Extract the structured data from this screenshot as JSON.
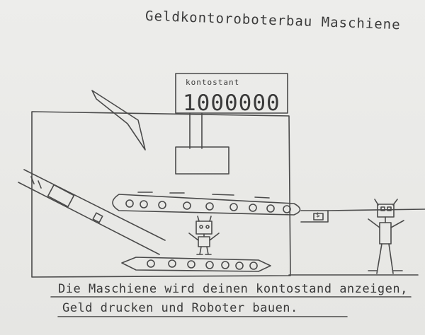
{
  "title": "Geldkontoroboterbau Maschiene",
  "counter": {
    "label": "kontostant",
    "value": "1000000"
  },
  "coin_symbol": "$",
  "caption": {
    "line1": "Die Maschiene wird deinen kontostand anzeigen,",
    "line2": "Geld drucken und Roboter bauen."
  },
  "ink_color": "#4a4a4a"
}
